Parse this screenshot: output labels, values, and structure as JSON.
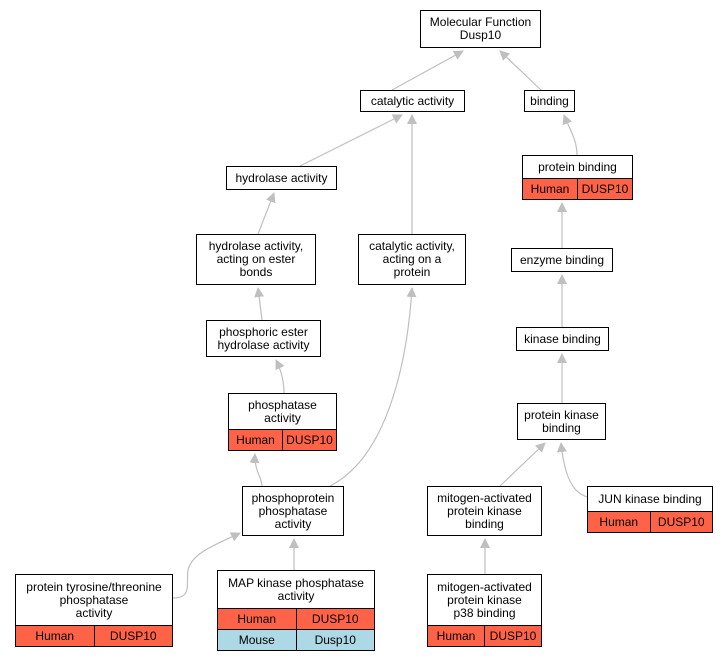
{
  "colors": {
    "human": "#ff6347",
    "mouse": "#add8e6",
    "edge": "#bfbfbf",
    "border": "#000000"
  },
  "nodes": {
    "mf": {
      "label": "Molecular Function\nDusp10"
    },
    "cat": {
      "label": "catalytic activity"
    },
    "binding": {
      "label": "binding"
    },
    "hydro": {
      "label": "hydrolase activity"
    },
    "pb": {
      "label": "protein binding",
      "rows": [
        [
          "Human",
          "DUSP10"
        ]
      ]
    },
    "hydroest": {
      "label": "hydrolase activity,\nacting on ester\nbonds"
    },
    "catprot": {
      "label": "catalytic activity,\nacting on a\nprotein"
    },
    "enz": {
      "label": "enzyme binding"
    },
    "phos": {
      "label": "phosphoric ester\nhydrolase activity"
    },
    "kin": {
      "label": "kinase binding"
    },
    "phosact": {
      "label": "phosphatase\nactivity",
      "rows": [
        [
          "Human",
          "DUSP10"
        ]
      ]
    },
    "pkb": {
      "label": "protein kinase\nbinding"
    },
    "ppp": {
      "label": "phosphoprotein\nphosphatase\nactivity"
    },
    "mapkb": {
      "label": "mitogen-activated\nprotein kinase\nbinding"
    },
    "junkb": {
      "label": "JUN kinase binding",
      "rows": [
        [
          "Human",
          "DUSP10"
        ]
      ]
    },
    "ptyr": {
      "label": "protein tyrosine/threonine\nphosphatase\nactivity",
      "rows": [
        [
          "Human",
          "DUSP10"
        ]
      ]
    },
    "mkp": {
      "label": "MAP kinase phosphatase\nactivity",
      "rows": [
        [
          "Human",
          "DUSP10"
        ],
        [
          "Mouse",
          "Dusp10"
        ]
      ]
    },
    "p38": {
      "label": "mitogen-activated\nprotein kinase\np38 binding",
      "rows": [
        [
          "Human",
          "DUSP10"
        ]
      ]
    }
  },
  "edges": [
    [
      "cat",
      "mf"
    ],
    [
      "binding",
      "mf"
    ],
    [
      "hydro",
      "cat"
    ],
    [
      "catprot",
      "cat"
    ],
    [
      "pb",
      "binding"
    ],
    [
      "hydroest",
      "hydro"
    ],
    [
      "enz",
      "pb"
    ],
    [
      "phos",
      "hydroest"
    ],
    [
      "kin",
      "enz"
    ],
    [
      "phosact",
      "phos"
    ],
    [
      "pkb",
      "kin"
    ],
    [
      "ppp",
      "phosact"
    ],
    [
      "ppp",
      "catprot"
    ],
    [
      "mapkb",
      "pkb"
    ],
    [
      "junkb",
      "pkb"
    ],
    [
      "ptyr",
      "ppp"
    ],
    [
      "mkp",
      "ppp"
    ],
    [
      "p38",
      "mapkb"
    ]
  ]
}
